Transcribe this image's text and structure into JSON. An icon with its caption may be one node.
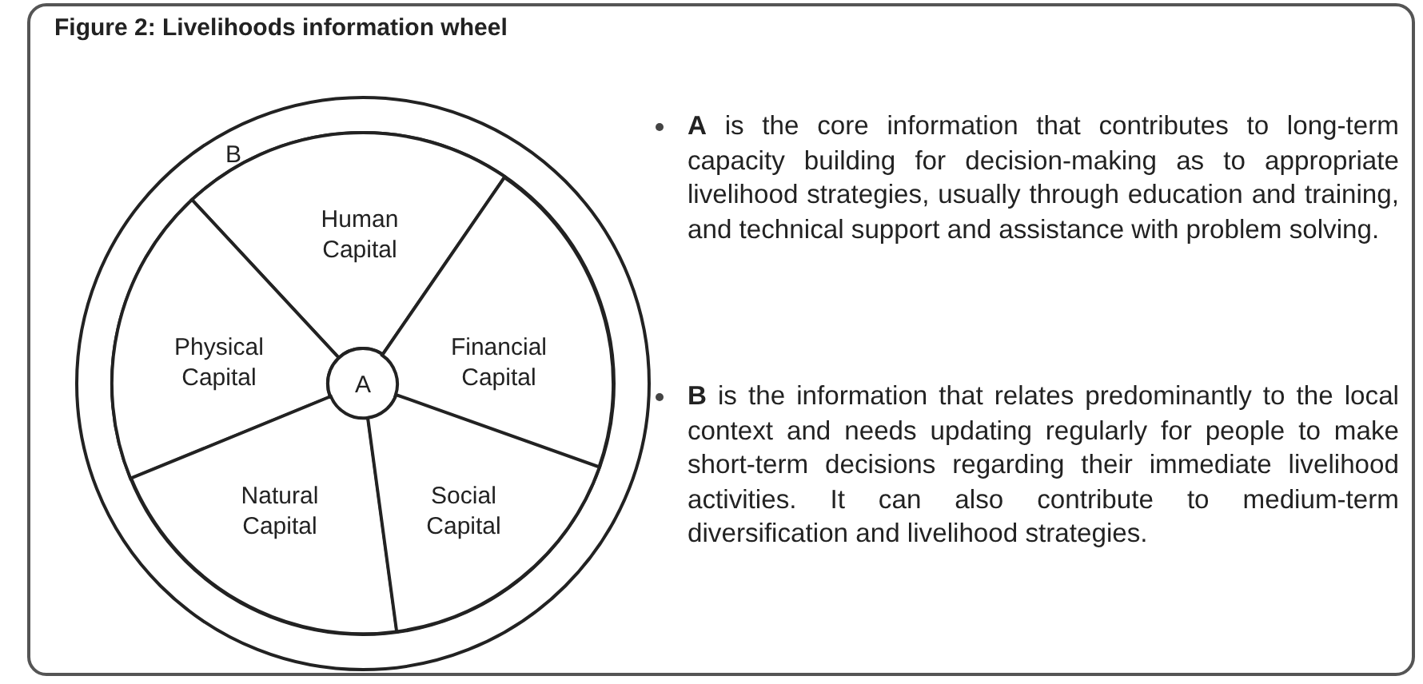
{
  "diagram": {
    "title": "Figure 2: Livelihoods information wheel",
    "nodes": [
      {
        "text": [
          "B"
        ]
      },
      {
        "text": [
          "Human Capital"
        ],
        "in": 0
      },
      {
        "text": [
          "Physical Capital"
        ],
        "in": 0
      },
      {
        "text": [
          "A"
        ],
        "in": 0
      },
      {
        "text": [
          "Financial Capital"
        ],
        "in": 0
      },
      {
        "text": [
          "Natural Capital"
        ],
        "in": 0
      },
      {
        "text": [
          "Social Capital"
        ],
        "in": 0
      }
    ],
    "labels": [
      "**A** is the core information that contributes to long-term capacity building for decision-making as to appropriate livelihood strategies, usually through education and training, and technical support and assistance with problem solving.",
      "**B** is the information that relates predominantly to the local context and needs updating regularly for people to make short-term decisions regarding their immediate livelihood activities. It can also contribute to medium-term diversification and livelihood strategies."
    ]
  }
}
